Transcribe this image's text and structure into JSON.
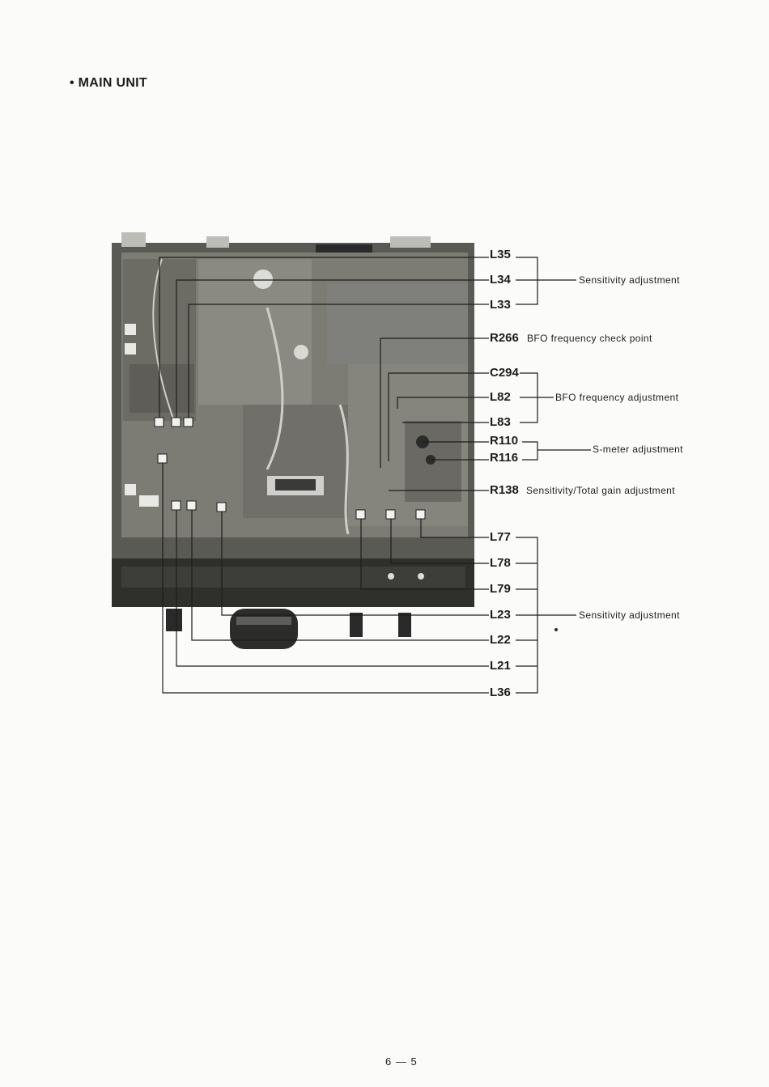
{
  "section_title": "• MAIN UNIT",
  "labels": {
    "L35": "L35",
    "L34": "L34",
    "L33": "L33",
    "R266": "R266",
    "C294": "C294",
    "L82": "L82",
    "L83": "L83",
    "R110": "R110",
    "R116": "R116",
    "R138": "R138",
    "L77": "L77",
    "L78": "L78",
    "L79": "L79",
    "L23": "L23",
    "L22": "L22",
    "L21": "L21",
    "L36": "L36"
  },
  "notes": {
    "sens_top": "Sensitivity adjustment",
    "bfo_check": "BFO frequency check point",
    "bfo_adj": "BFO frequency adjustment",
    "smeter": "S-meter adjustment",
    "total_gain": "Sensitivity/Total gain adjustment",
    "sens_bottom": "Sensitivity adjustment"
  },
  "page_number": "6 — 5"
}
